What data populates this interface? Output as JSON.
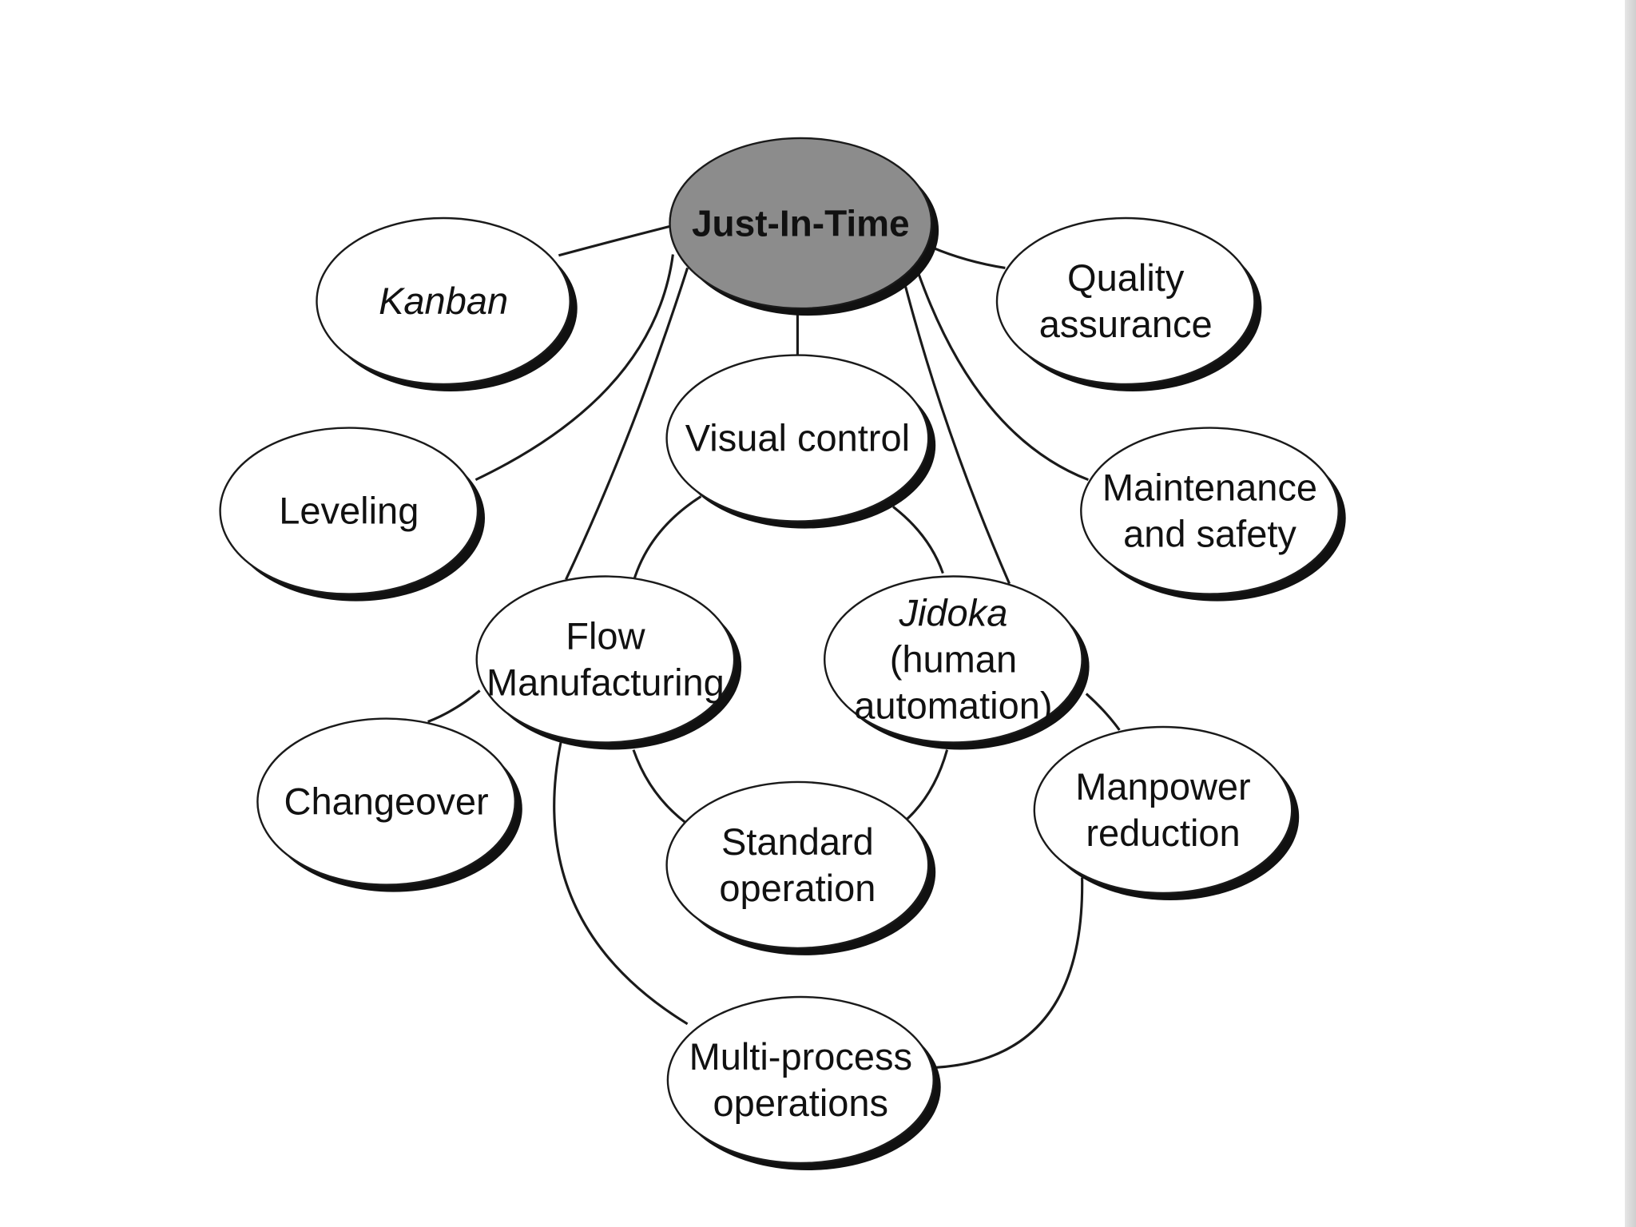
{
  "diagram": {
    "root": {
      "id": "jit",
      "label": "Just-In-Time",
      "style": "bold",
      "fill": "#8c8c8c"
    },
    "nodes": [
      {
        "id": "kanban",
        "lines": [
          "Kanban"
        ],
        "italic": true
      },
      {
        "id": "leveling",
        "lines": [
          "Leveling"
        ]
      },
      {
        "id": "quality",
        "lines": [
          "Quality",
          "assurance"
        ]
      },
      {
        "id": "maintenance",
        "lines": [
          "Maintenance",
          "and safety"
        ]
      },
      {
        "id": "visual",
        "lines": [
          "Visual control"
        ]
      },
      {
        "id": "flow",
        "lines": [
          "Flow",
          "Manufacturing"
        ]
      },
      {
        "id": "jidoka",
        "lines": [
          "Jidoka",
          "(human",
          "automation)"
        ],
        "italic_first_line": true
      },
      {
        "id": "changeover",
        "lines": [
          "Changeover"
        ]
      },
      {
        "id": "manpower",
        "lines": [
          "Manpower",
          "reduction"
        ]
      },
      {
        "id": "standard",
        "lines": [
          "Standard",
          "operation"
        ]
      },
      {
        "id": "multiprocess",
        "lines": [
          "Multi-process",
          "operations"
        ]
      }
    ],
    "edges": [
      [
        "jit",
        "kanban"
      ],
      [
        "jit",
        "leveling"
      ],
      [
        "jit",
        "flow"
      ],
      [
        "jit",
        "visual"
      ],
      [
        "jit",
        "jidoka"
      ],
      [
        "jit",
        "quality"
      ],
      [
        "jit",
        "maintenance"
      ],
      [
        "visual",
        "flow"
      ],
      [
        "visual",
        "jidoka"
      ],
      [
        "flow",
        "changeover"
      ],
      [
        "flow",
        "standard"
      ],
      [
        "flow",
        "multiprocess"
      ],
      [
        "jidoka",
        "standard"
      ],
      [
        "jidoka",
        "manpower"
      ],
      [
        "manpower",
        "multiprocess"
      ]
    ],
    "colors": {
      "node_fill": "#ffffff",
      "shadow": "#111111",
      "line": "#1a1a1a",
      "background": "#ffffff"
    }
  }
}
